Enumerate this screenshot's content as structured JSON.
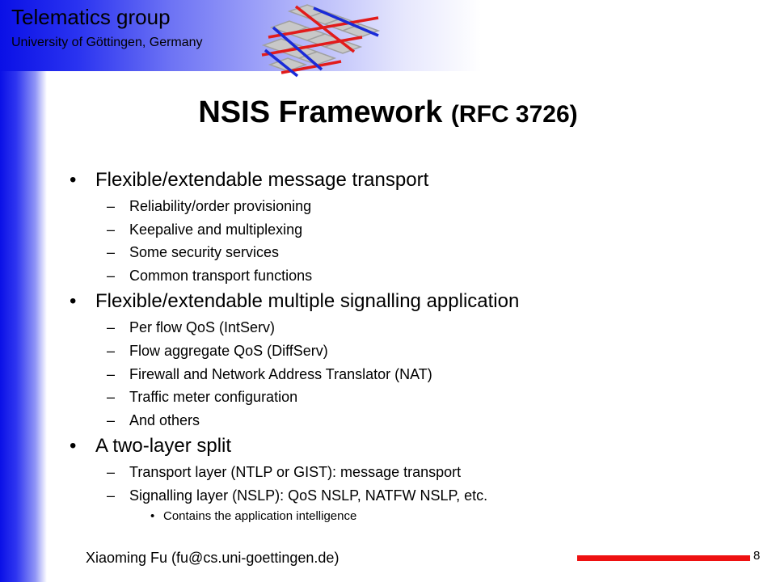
{
  "header": {
    "group": "Telematics group",
    "university": "University of Göttingen, Germany"
  },
  "title": {
    "main": "NSIS Framework ",
    "sub": "(RFC 3726)"
  },
  "bullets": [
    {
      "text": "Flexible/extendable message transport",
      "children": [
        {
          "text": "Reliability/order provisioning"
        },
        {
          "text": "Keepalive and multiplexing"
        },
        {
          "text": "Some security services"
        },
        {
          "text": "Common transport functions"
        }
      ]
    },
    {
      "text": "Flexible/extendable multiple signalling application",
      "children": [
        {
          "text": "Per flow QoS (IntServ)"
        },
        {
          "text": "Flow aggregate QoS (DiffServ)"
        },
        {
          "text": "Firewall and Network Address Translator (NAT)"
        },
        {
          "text": "Traffic meter configuration"
        },
        {
          "text": "And others"
        }
      ]
    },
    {
      "text": "A two-layer split",
      "children": [
        {
          "text": "Transport layer (NTLP or GIST): message transport"
        },
        {
          "text": "Signalling layer (NSLP): QoS NSLP, NATFW NSLP, etc."
        }
      ],
      "subchildren": [
        {
          "text": "Contains the application intelligence"
        }
      ]
    }
  ],
  "symbols": {
    "bullet": "•",
    "dash": "–"
  },
  "footer": {
    "author": "Xiaoming Fu (fu@cs.uni-goettingen.de)",
    "page": "8"
  },
  "colors": {
    "accent_blue": "#0a10e6",
    "accent_red": "#ee1111"
  }
}
